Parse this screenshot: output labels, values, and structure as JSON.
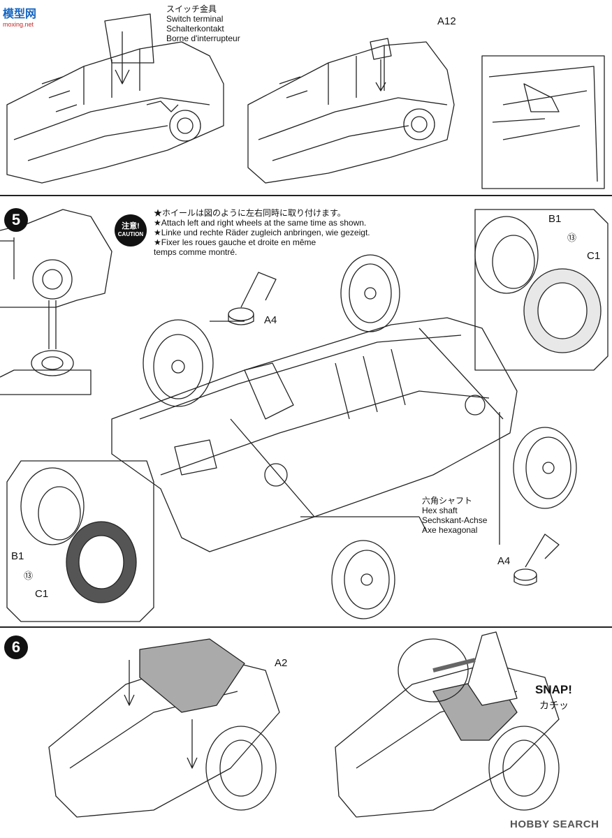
{
  "watermark_top": {
    "brand": "模型网",
    "url": "moxing.net"
  },
  "step4": {
    "switch_terminal": [
      "スイッチ金具",
      "Switch terminal",
      "Schalterkontakt",
      "Borne d'interrupteur"
    ],
    "part_a12": "A12"
  },
  "step5": {
    "number": "5",
    "caution_jp": "注意!",
    "caution_en": "CAUTION",
    "instructions": [
      "★ホイールは図のように左右同時に取り付けます。",
      "★Attach left and right wheels at the same time as shown.",
      "★Linke und rechte Räder zugleich anbringen, wie gezeigt.",
      "★Fixer les roues gauche et droite en même",
      "temps comme montré."
    ],
    "part_b1": "B1",
    "part_c1": "C1",
    "part_a4": "A4",
    "ref_13": "⑬",
    "hex_shaft": [
      "六角シャフト",
      "Hex shaft",
      "Sechskant-Achse",
      "Axe hexagonal"
    ]
  },
  "step6": {
    "number": "6",
    "part_a2": "A2",
    "snap": "SNAP!",
    "snap_jp": "カチッ"
  },
  "watermark_bottom": {
    "brand": "HOBBY SEARCH"
  }
}
